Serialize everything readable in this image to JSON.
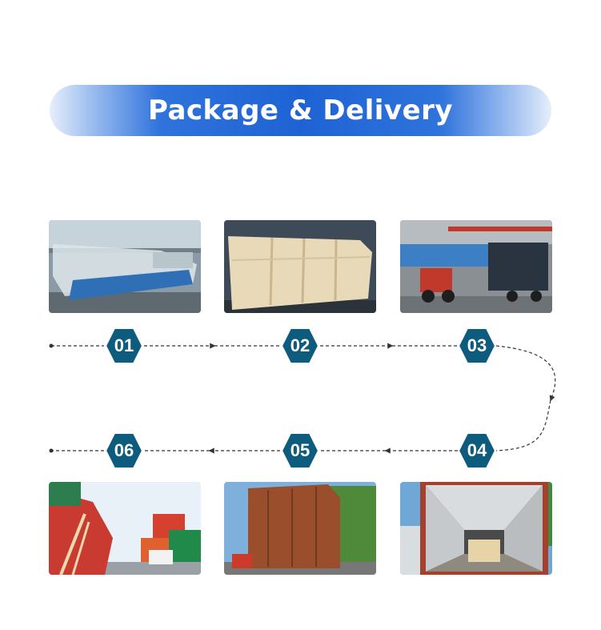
{
  "banner": {
    "title": "Package & Delivery"
  },
  "steps": [
    {
      "number": "01",
      "photo": "machine-wrapped-in-plastic-film"
    },
    {
      "number": "02",
      "photo": "wooden-crate"
    },
    {
      "number": "03",
      "photo": "forklift-loading-truck"
    },
    {
      "number": "04",
      "photo": "crate-inside-container"
    },
    {
      "number": "05",
      "photo": "shipping-container-on-truck"
    },
    {
      "number": "06",
      "photo": "container-ship-at-port"
    }
  ],
  "colors": {
    "hex_badge": "#0d5c7e",
    "banner": "#1e63d4",
    "flow_line": "#333333"
  }
}
